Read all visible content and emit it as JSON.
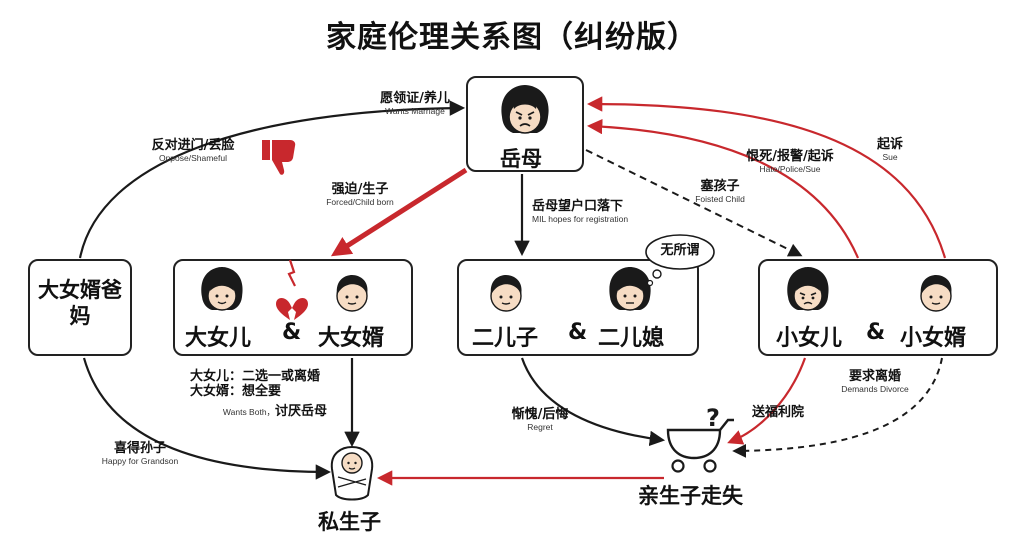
{
  "title": "家庭伦理关系图（纠纷版）",
  "colors": {
    "red": "#c8282d",
    "black": "#1a1a1a",
    "skin": "#f6dcc4"
  },
  "nodes": {
    "mil": "岳母",
    "elder_inlaw_parents": "大女婿爸妈",
    "elder_daughter": "大女儿",
    "elder_son_in_law": "大女婿",
    "second_son": "二儿子",
    "second_daughter_in_law": "二儿媳",
    "younger_daughter": "小女儿",
    "younger_son_in_law": "小女婿",
    "illegitimate_child": "私生子",
    "lost_child": "亲生子走失",
    "amp": "&"
  },
  "thought_bubble": "无所谓",
  "edges": {
    "wants_marriage": {
      "cn": "愿领证/养儿",
      "en": "Wants Marriage"
    },
    "oppose": {
      "cn": "反对进门/丢脸",
      "en": "Oppose/Shameful"
    },
    "forced": {
      "cn": "强迫/生子",
      "en": "Forced/Child born"
    },
    "registration": {
      "cn": "岳母望户口落下",
      "en": "MIL hopes for registration"
    },
    "foisted": {
      "cn": "塞孩子",
      "en": "Foisted Child"
    },
    "hate": {
      "cn": "恨死/报警/起诉",
      "en": "Hate/Police/Sue"
    },
    "sue": {
      "cn": "起诉",
      "en": "Sue"
    },
    "elder_daughter_choice": "大女儿：二选一或离婚",
    "elder_sil_wants": "大女婿：想全要",
    "wants_both_en": "Wants Both，",
    "wants_both_cn": "讨厌岳母",
    "happy": {
      "cn": "喜得孙子",
      "en": "Happy for Grandson"
    },
    "regret": {
      "cn": "惭愧/后悔",
      "en": "Regret"
    },
    "orphanage": "送福利院",
    "divorce": {
      "cn": "要求离婚",
      "en": "Demands Divorce"
    }
  },
  "icons": [
    "angry-woman-icon",
    "woman-icon",
    "man-icon",
    "broken-heart-icon",
    "thumbs-down-icon",
    "baby-icon",
    "stroller-icon",
    "thought-bubble-icon"
  ]
}
